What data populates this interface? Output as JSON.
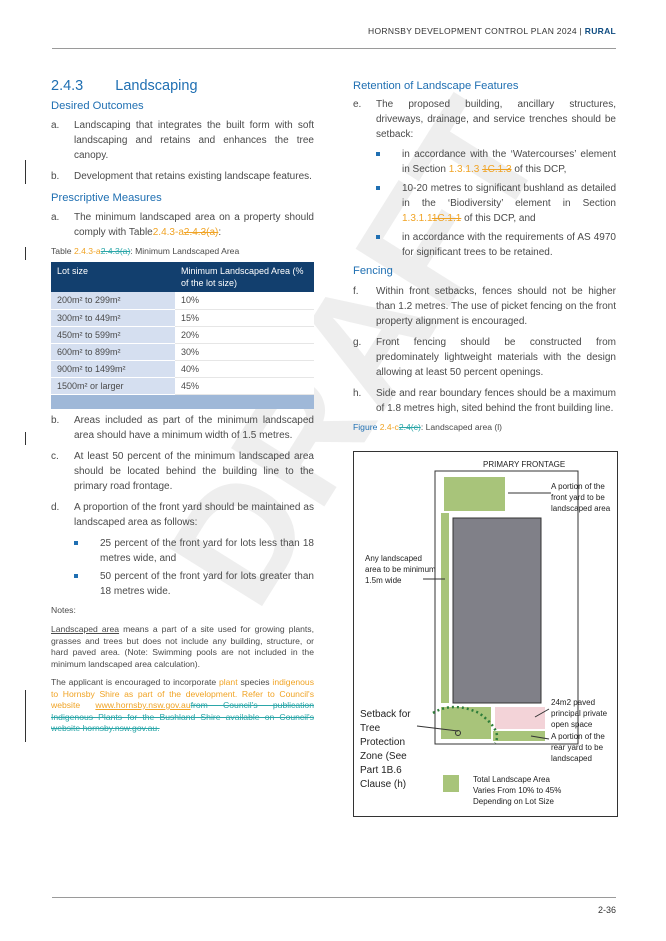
{
  "header": {
    "title": "HORNSBY DEVELOPMENT CONTROL PLAN 2024 |",
    "section": "RURAL"
  },
  "page_number": "2-36",
  "watermark": "DRAFT",
  "left": {
    "section_num": "2.4.3",
    "section_title": "Landscaping",
    "desired_outcomes": "Desired Outcomes",
    "outcome_a_lbl": "a.",
    "outcome_a": "Landscaping that integrates the built form with soft landscaping and retains and enhances the tree canopy.",
    "outcome_b_lbl": "b.",
    "outcome_b": "Development that retains existing landscape features.",
    "prescriptive": "Prescriptive Measures",
    "pm_a_lbl": "a.",
    "pm_a_text": "The minimum landscaped area on a property should comply with Table",
    "pm_a_ref_new": "2.4.3-a",
    "pm_a_ref_old": "2.4.3(a)",
    "pm_a_end": ":",
    "table_cap_pre": "Table ",
    "table_cap_new": "2.4.3-a",
    "table_cap_old": "2.4.3(a)",
    "table_cap_rest": ": Minimum Landscaped Area",
    "table_header": [
      "Lot size",
      "Minimum Landscaped Area (% of the lot size)"
    ],
    "table_rows": [
      {
        "lot": "200m² to 299m²",
        "area": "10%"
      },
      {
        "lot": "300m² to 449m²",
        "area": "15%"
      },
      {
        "lot": "450m² to 599m²",
        "area": "20%"
      },
      {
        "lot": "600m² to 899m²",
        "area": "30%"
      },
      {
        "lot": "900m² to 1499m²",
        "area": "40%"
      },
      {
        "lot": "1500m² or larger",
        "area": "45%"
      }
    ],
    "pm_b_lbl": "b.",
    "pm_b": "Areas included as part of the minimum landscaped area should have a minimum width of 1.5 metres.",
    "pm_c_lbl": "c.",
    "pm_c": "At least 50 percent of the minimum landscaped area should be located behind the building line to the primary road frontage.",
    "pm_d_lbl": "d.",
    "pm_d": "A proportion of the front yard should be maintained as landscaped area as follows:",
    "pm_d_b1": "25 percent of the front yard for lots less than 18 metres wide, and",
    "pm_d_b2": "50 percent of the front yard for lots greater than 18 metres wide.",
    "notes_label": "Notes:",
    "note1_term": "Landscaped area",
    "note1_rest": " means a part of a site used for growing plants, grasses and trees but does not include any building, structure, or hard paved area. (Note: Swimming pools are not included in the minimum landscaped area calculation).",
    "note2_a": "The applicant is encouraged to incorporate ",
    "note2_plant": "plant",
    "note2_b": " species ",
    "note2_c": "indigenous to Hornsby Shire as part of the development. Refer to Council's website ",
    "note2_link": "www.hornsby.nsw.gov.au",
    "note2_old": "from Council's publication Indigenous Plants for the Bushland Shire available on Council's website hornsby.nsw.gov.au."
  },
  "right": {
    "retention": "Retention of Landscape Features",
    "e_lbl": "e.",
    "e": "The proposed building, ancillary structures, driveways, drainage, and service trenches should be setback:",
    "e_b1_pre": "in accordance with the ‘Watercourses’ element in Section ",
    "e_b1_new": "1.3.1.3",
    "e_b1_old": "1C.1.3",
    "e_b1_post": " of this DCP,",
    "e_b2_pre": "10-20 metres to significant bushland as detailed in the ‘Biodiversity’ element in Section ",
    "e_b2_new": "1.3.1.1",
    "e_b2_old": "1C.1.1",
    "e_b2_post": " of this DCP, and",
    "e_b3": "in accordance with the requirements of AS 4970 for significant trees to be retained.",
    "fencing": "Fencing",
    "f_lbl": "f.",
    "f": "Within front setbacks, fences should not be higher than 1.2 metres. The use of picket fencing on the front property alignment is encouraged.",
    "g_lbl": "g.",
    "g": "Front fencing should be constructed from predominately lightweight materials with the design allowing at least 50 percent openings.",
    "h_lbl": "h.",
    "h": "Side and rear boundary fences should be a maximum of 1.8 metres high, sited behind the front building line.",
    "fig_pre": "Figure ",
    "fig_new": "2.4-c",
    "fig_old": "2.4(c)",
    "fig_rest": ": Landscaped area  (l)"
  },
  "figure": {
    "primary_frontage": "PRIMARY FRONTAGE",
    "front_yard": [
      "A portion of the",
      "front yard to be",
      "landscaped area"
    ],
    "any_landscaped": [
      "Any  landscaped",
      "area to be minimum",
      "1.5m wide"
    ],
    "paved": [
      "24m2   paved",
      "principal private",
      "open space"
    ],
    "rear_yard": [
      "A portion of the",
      "rear yard to be",
      "landscaped"
    ],
    "setback": [
      "Setback for",
      "Tree",
      "Protection",
      "Zone (See",
      "Part 1B.6",
      "Clause (h)"
    ],
    "legend": [
      "Total  Landscape  Area",
      "Varies From 10% to 45%",
      "Depending on Lot Size"
    ],
    "colors": {
      "green": "#a8c47a",
      "building": "#808088",
      "pink": "#f3d3d8",
      "dots": "#2e7d3a"
    }
  }
}
